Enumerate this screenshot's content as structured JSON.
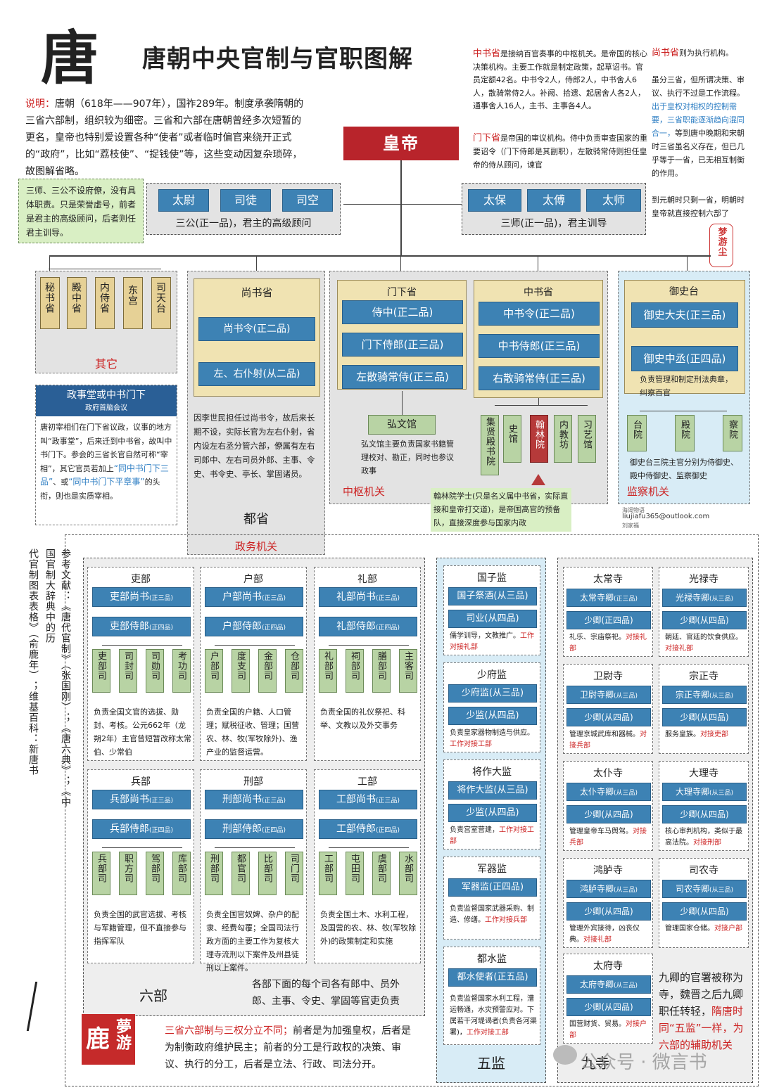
{
  "header": {
    "big_char": "唐",
    "title": "唐朝中央官制与官职图解"
  },
  "intro": {
    "label": "说明：",
    "text": "唐朝（618年——907年），国祚289年。制度承袭隋朝的三省六部制，组织较为细密。三省和六部在唐朝曾经多次短暂的更名，皇帝也特别爱设置各种“使者”或者临时偏官来绕开正式的“政府”，比如“荔枝使”、“捉钱使”等，这些变动因复杂琐碎，故图解省略。"
  },
  "note_sangong": "三师、三公不设府僚，没有具体职责。只是荣誉虚号，前者是君主的高级顾问，后者则任君主训导。",
  "emperor": "皇帝",
  "sangong": {
    "items": [
      "太尉",
      "司徒",
      "司空"
    ],
    "caption": "三公(正一品)，君主的高级顾问"
  },
  "sanshi": {
    "items": [
      "太保",
      "太傅",
      "太师"
    ],
    "caption": "三师(正一品)，君主训导"
  },
  "note_zhongshu": {
    "a": "中书省",
    "a_text": "是接纳百官奏事的中枢机关。是帝国的核心决策机构。主要工作就是制定政策，起草诏书。官员定额42名。中书令2人，侍郎2人，中书舍人6人，散骑常侍2人。补阙、拾遗、起居舍人各2人，通事舍人16人，主书、主事各4人。",
    "b": "门下省",
    "b_text": "是帝国的审议机构。侍中负责审查国家的重要诏令（门下侍郎是其副职），左散骑常侍则担任皇帝的侍从顾问，谏官"
  },
  "note_shangshu": {
    "a": "尚书省",
    "a_text": "则为执行机构。",
    "p1": "虽分三省，但所谓决策、审议、执行不过是工作流程。",
    "p1_blue": "出于皇权对相权的控制需要，三省职能逐渐趋向混同合一，",
    "p1_end": "等到唐中晚期和宋朝时三省虽名义存在，但已几乎等于一省，已无相互制衡的作用。",
    "p2": "到元朝时只剩一省，明朝时皇帝就直接控制六部了"
  },
  "seal_top": "梦游尘",
  "others": {
    "items": [
      "秘书省",
      "殿中省",
      "内侍省",
      "东宫",
      "司天台"
    ],
    "label": "其它"
  },
  "zhengshitang": {
    "title": "政事堂或中书门下",
    "subtitle": "政府首脑会议",
    "t1": "唐初宰相们在门下省议政，议事的地方叫“政事堂”，后来迁到中书省，故叫中书门下。参会的三省长官自然可称“宰相”，其它官员若加上",
    "q1": "“同中书门下三品”",
    "t2": "、或",
    "q2": "“同中书门下平章事”",
    "t3": "的头衔，则也是实质宰相。"
  },
  "shangshu": {
    "title": "尚书省",
    "pos1": "尚书令(正二品)",
    "pos2": "左、右仆射(从二品)",
    "desc": "因李世民担任过尚书令，故后来长期不设，实际长官为左右仆射，省内设左右丞分管六部，僚属有左右司郎中、左右司员外郎、主事、令史、书令史、亭长、掌固诸员。",
    "label1": "都省",
    "label2": "政务机关"
  },
  "menxia": {
    "title": "门下省",
    "pos1": "侍中(正二品)",
    "pos2": "门下侍郎(正三品)",
    "pos3": "左散骑常侍(正三品)",
    "hongwen": "弘文馆",
    "hongwen_desc": "弘文馆主要负责国家书籍管理校对、勘正，同时也参议政事"
  },
  "zhongshu": {
    "title": "中书省",
    "pos1": "中书令(正二品)",
    "pos2": "中书侍郎(正三品)",
    "pos3": "右散骑常侍(正三品)",
    "subs": [
      "集贤殿书院",
      "史馆",
      "翰林院",
      "内教坊",
      "习艺馆"
    ],
    "label": "中枢机关"
  },
  "hanlin_note": "翰林院学士(只是名义属中书省，实际直接和皇帝打交道)，是帝国高官的预备队，直接深度参与国家内政",
  "yushi": {
    "title": "御史台",
    "pos1": "御史大夫(正三品)",
    "pos2": "御史中丞(正四品)",
    "desc": "负责管理和制定刑法典章，纠察百官",
    "subs": [
      "台院",
      "殿院",
      "察院"
    ],
    "desc2": "御史台三院主官分别为侍御史、殿中侍御史、监察御史",
    "label": "监察机关"
  },
  "author": {
    "line1": "海阔物语",
    "email": "liujiafu365@outlook.com",
    "name": "刘家福"
  },
  "refs": {
    "col1": "参考文献：《唐代官制》（张国刚）；《唐六典》；《中国官制大辞典中的历",
    "col2": "代官制图表表格》（俞鹿年）；维基百科：新唐书"
  },
  "liubu": {
    "label": "六部",
    "note": "各部下面的每个司各有郎中、员外郎、主事、令史、掌固等官吏负责",
    "depts": [
      {
        "name": "吏部",
        "p1": "吏部尚书",
        "p1r": "(正三品)",
        "p2": "吏部侍郎",
        "p2r": "(正四品)",
        "subs": [
          "吏部司",
          "司封司",
          "司勋司",
          "考功司"
        ],
        "desc": "负责全国文官的选拔、勋封、考核。公元662年（龙朔2年）主官曾短暂改称太常伯、少常伯"
      },
      {
        "name": "户部",
        "p1": "户部尚书",
        "p1r": "(正三品)",
        "p2": "户部侍郎",
        "p2r": "(正四品)",
        "subs": [
          "户部司",
          "度支司",
          "金部司",
          "仓部司"
        ],
        "desc": "负责全国的户籍、人口管理；赋税征收、管理；国营农、林、牧(军牧除外)、渔产业的监督运营。"
      },
      {
        "name": "礼部",
        "p1": "礼部尚书",
        "p1r": "(正三品)",
        "p2": "礼部侍郎",
        "p2r": "(正四品)",
        "subs": [
          "礼部司",
          "祠部司",
          "膳部司",
          "主客司"
        ],
        "desc": "负责全国的礼仪祭祀、科举、文教以及外交事务"
      },
      {
        "name": "兵部",
        "p1": "兵部尚书",
        "p1r": "(正三品)",
        "p2": "兵部侍郎",
        "p2r": "(正四品)",
        "subs": [
          "兵部司",
          "职方司",
          "驾部司",
          "库部司"
        ],
        "desc": "负责全国的武官选拔、考核与军籍管理，但不直接参与指挥军队"
      },
      {
        "name": "刑部",
        "p1": "刑部尚书",
        "p1r": "(正三品)",
        "p2": "刑部侍郎",
        "p2r": "(正四品)",
        "subs": [
          "刑部司",
          "都官司",
          "比部司",
          "司门司"
        ],
        "desc": "负责全国官奴婢、杂户的配隶、经费勾覆；全国司法行政方面的主要工作为复核大理寺流刑以下案件及州县徒刑以上案件。"
      },
      {
        "name": "工部",
        "p1": "工部尚书",
        "p1r": "(正三品)",
        "p2": "工部侍郎",
        "p2r": "(正四品)",
        "subs": [
          "工部司",
          "屯田司",
          "虞部司",
          "水部司"
        ],
        "desc": "负责全国土木、水利工程，及国营的农、林、牧(军牧除外)的政策制定和实施"
      }
    ]
  },
  "wujian": {
    "label": "五监",
    "items": [
      {
        "name": "国子监",
        "p1": "国子祭酒(从三品)",
        "p2": "司业(从四品)",
        "desc": "儒学训导，文教推广。",
        "red": "工作对接礼部"
      },
      {
        "name": "少府监",
        "p1": "少府监(从三品)",
        "p2": "少监(从四品)",
        "desc": "负责皇家器物制造与供应。",
        "red": "工作对接工部"
      },
      {
        "name": "将作大监",
        "p1": "将作大监(从三品)",
        "p2": "少监(从四品)",
        "desc": "负责宫室营建，",
        "red": "工作对接工部"
      },
      {
        "name": "军器监",
        "p1": "军器监(正四品)",
        "p2": "",
        "desc": "负责监督国家武器采购、制造、修缮。",
        "red": "工作对接兵部"
      },
      {
        "name": "都水监",
        "p1": "都水使者(正五品)",
        "p2": "",
        "desc": "负责监督国家水利工程，漕运畅通，水灾预警应对。下属若干河堤谒者(负责各河渠署)，",
        "red": "工作对接工部"
      }
    ]
  },
  "jiusi": {
    "label": "九寺",
    "note": "九卿的官署被称为寺，魏晋之后九卿职任转轻，",
    "note_red": "隋唐时同“五监”一样，为六部的辅助机关",
    "items": [
      {
        "name": "太常寺",
        "p1": "太常寺卿",
        "p1r": "(正三品)",
        "p2": "少卿(正四品)",
        "desc": "礼乐、宗庙祭祀。",
        "red": "对接礼部"
      },
      {
        "name": "光禄寺",
        "p1": "光禄寺卿",
        "p1r": "(从三品)",
        "p2": "少卿(从四品)",
        "desc": "朝廷、官廷的饮食供应。",
        "red": "对接礼部"
      },
      {
        "name": "卫尉寺",
        "p1": "卫尉寺卿",
        "p1r": "(从三品)",
        "p2": "少卿(从四品)",
        "desc": "管理京城武库和器械。",
        "red": "对接兵部"
      },
      {
        "name": "宗正寺",
        "p1": "宗正寺卿",
        "p1r": "(从三品)",
        "p2": "少卿(从四品)",
        "desc": "服务皇族。",
        "red": "对接吏部"
      },
      {
        "name": "太仆寺",
        "p1": "太仆寺卿",
        "p1r": "(从三品)",
        "p2": "少卿(从四品)",
        "desc": "管理皇帝车马舆驾。",
        "red": "对接兵部"
      },
      {
        "name": "大理寺",
        "p1": "大理寺卿",
        "p1r": "(从三品)",
        "p2": "少卿(从四品)",
        "desc": "核心审判机构，类似于最高法院。",
        "red": "对接刑部"
      },
      {
        "name": "鸿胪寺",
        "p1": "鸿胪寺卿",
        "p1r": "(从三品)",
        "p2": "少卿(从四品)",
        "desc": "管理外宾接待，凶丧仪典。",
        "red": "对接礼部"
      },
      {
        "name": "司农寺",
        "p1": "司农寺卿",
        "p1r": "(从三品)",
        "p2": "少卿(从四品)",
        "desc": "管理国家仓储。",
        "red": "对接户部"
      },
      {
        "name": "太府寺",
        "p1": "太府寺卿",
        "p1r": "(从三品)",
        "p2": "少卿(从四品)",
        "desc": "国营财货、贸易。",
        "red": "对接户部"
      }
    ]
  },
  "bottom": {
    "red": "三省六部制与三权分立不同；",
    "text": "前者是为加强皇权，后者是为制衡政府维护民主；前者的分工是行政权的决策、审议、执行的分工，后者是立法、行政、司法分开。"
  },
  "seal_bottom": {
    "left": "鹿",
    "right": "夢游"
  },
  "watermark": "公众号 · 微言书"
}
